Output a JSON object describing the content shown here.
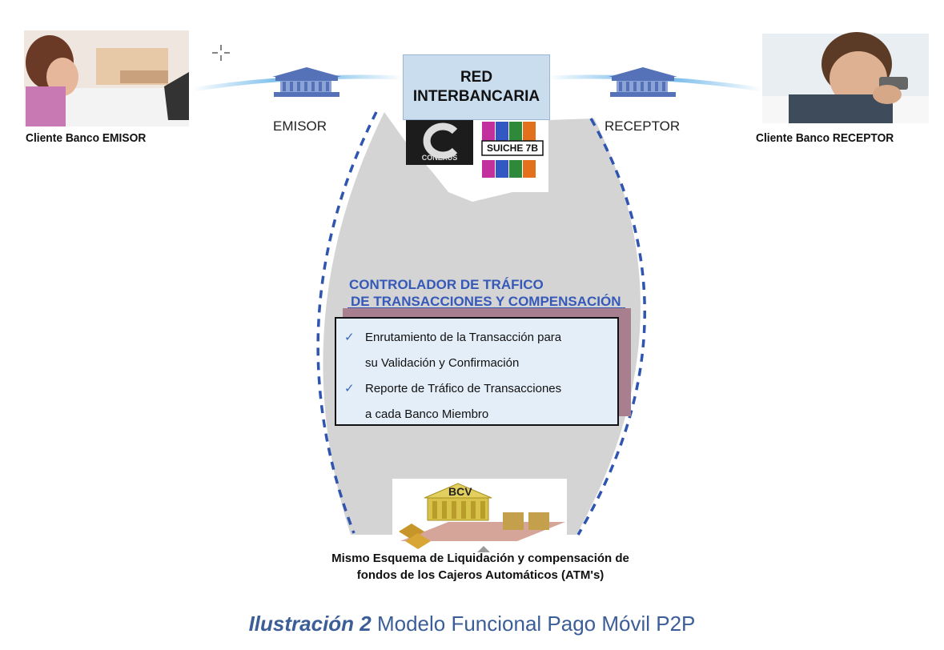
{
  "clients": {
    "emisor_label": "Cliente Banco EMISOR",
    "receptor_label": "Cliente Banco RECEPTOR"
  },
  "banks": {
    "emisor_label": "EMISOR",
    "receptor_label": "RECEPTOR"
  },
  "network": {
    "title_line1": "RED",
    "title_line2": "INTERBANCARIA",
    "logo1_text": "CONEXUS",
    "logo2_text": "SUICHE 7B"
  },
  "controller": {
    "title_line1": "CONTROLADOR DE TRÁFICO",
    "title_line2": "DE TRANSACCIONES Y COMPENSACIÓN",
    "items": [
      {
        "line1": "Enrutamiento de la Transacción para",
        "line2": "su Validación y Confirmación"
      },
      {
        "line1": "Reporte de Tráfico de Transacciones",
        "line2": "a cada Banco Miembro"
      }
    ]
  },
  "settlement": {
    "bcv_label": "BCV",
    "line1": "Mismo Esquema de Liquidación y compensación de",
    "line2": "fondos de los Cajeros Automáticos (ATM's)"
  },
  "caption": {
    "prefix": "Ilustración 2",
    "text": " Modelo Funcional Pago Móvil P2P"
  },
  "colors": {
    "dashed_border": "#2f55b0",
    "gray_area": "#d4d4d4",
    "network_box": "#c9ddef",
    "caption": "#3b5e97"
  }
}
